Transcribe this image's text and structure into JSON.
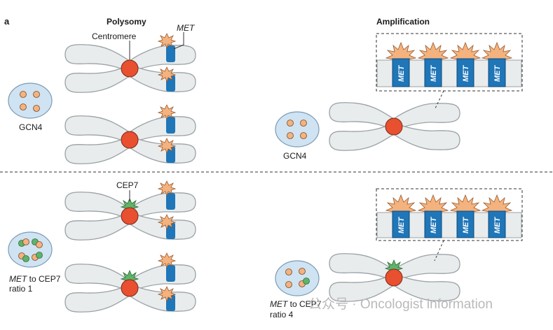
{
  "panel_letter": "a",
  "polysomy": {
    "title": "Polysomy",
    "centromere_label": "Centromere",
    "met_label": "MET",
    "cep7_label": "CEP7",
    "top_nucleus_label": "GCN4",
    "bottom_nucleus_label_line1_italic": "MET",
    "bottom_nucleus_label_line1_rest": " to CEP7",
    "bottom_nucleus_label_line2": "ratio 1"
  },
  "amplification": {
    "title": "Amplification",
    "gene_labels": [
      "MET",
      "MET",
      "MET",
      "MET"
    ],
    "top_nucleus_label": "GCN4",
    "bottom_nucleus_label_line1_italic": "MET",
    "bottom_nucleus_label_line1_rest": " to CEP7",
    "bottom_nucleus_label_line2": "ratio 4"
  },
  "watermark": {
    "text": "公众号 · Oncologist information"
  },
  "colors": {
    "chromosome": "#e9eced",
    "centromere": "#e8502f",
    "met_gene": "#1f76b8",
    "met_signal": "#f3b27e",
    "cep7_signal": "#5fb36a",
    "nucleus": "#cfe3f2"
  }
}
